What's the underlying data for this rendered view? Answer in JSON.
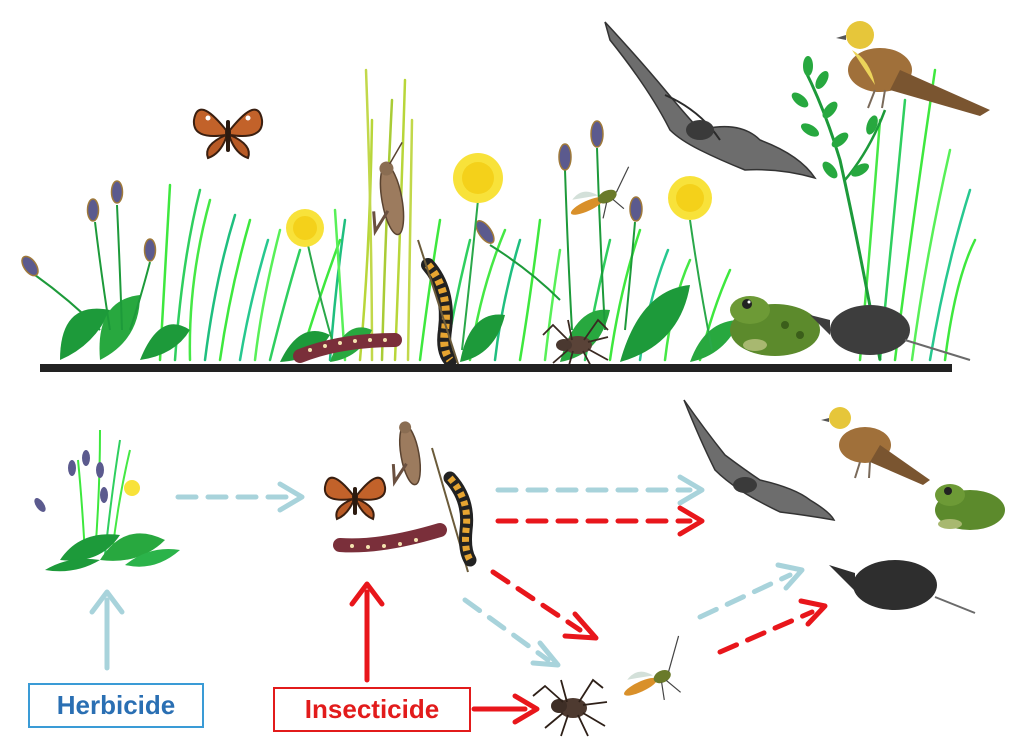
{
  "labels": {
    "herbicide": "Herbicide",
    "insecticide": "Insecticide"
  },
  "colors": {
    "herbicide_arrow": "#a8d3db",
    "insecticide_arrow": "#e8161b",
    "herbicide_text": "#2a6fb3",
    "insecticide_text": "#e21b1b",
    "ground": "#222222"
  },
  "organisms": [
    "plants",
    "butterfly",
    "grasshopper",
    "caterpillars",
    "spider",
    "parasitic-wasp",
    "frog",
    "shrew",
    "bat",
    "yellowhammer"
  ]
}
